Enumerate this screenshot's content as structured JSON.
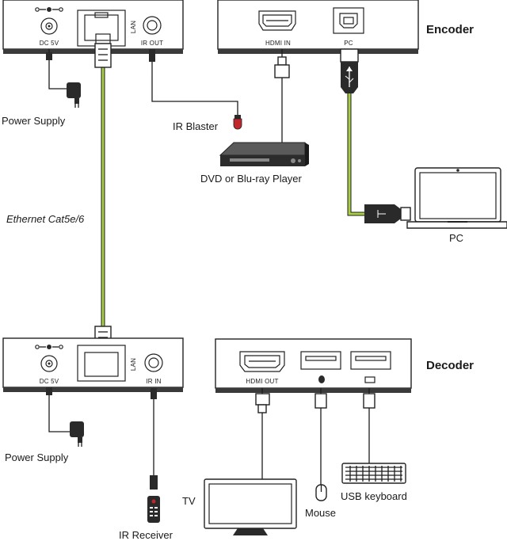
{
  "encoder": {
    "title": "Encoder",
    "ports": {
      "dc": "DC 5V",
      "lan": "LAN",
      "ir": "IR OUT",
      "hdmi": "HDMI IN",
      "pc": "PC"
    }
  },
  "decoder": {
    "title": "Decoder",
    "ports": {
      "dc": "DC 5V",
      "lan": "LAN",
      "ir": "IR IN",
      "hdmi": "HDMI OUT"
    }
  },
  "labels": {
    "power_supply_top": "Power Supply",
    "power_supply_bottom": "Power Supply",
    "ir_blaster": "IR Blaster",
    "dvd": "DVD or Blu-ray Player",
    "ethernet": "Ethernet Cat5e/6",
    "pc": "PC",
    "tv": "TV",
    "mouse": "Mouse",
    "keyboard": "USB keyboard",
    "ir_receiver": "IR Receiver"
  },
  "colors": {
    "ethernet_cable": "#a8cf45",
    "usb_cable": "#a8cf45",
    "ir_led": "#c0272d"
  }
}
